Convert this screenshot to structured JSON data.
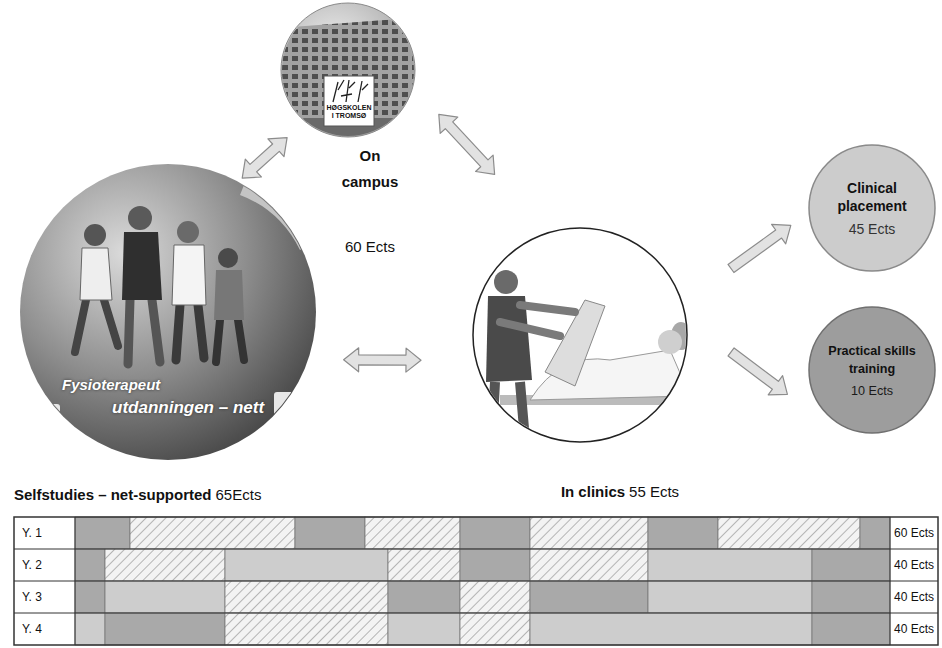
{
  "diagram": {
    "nodes": [
      {
        "text": [
          "On campus",
          "60 Ects"
        ]
      },
      {
        "text": [
          "Selfstudies – net-supported",
          "65Ects"
        ]
      },
      {
        "text": [
          "In clinics",
          "55 Ects"
        ]
      },
      {
        "text": [
          "Clinical placement",
          "45 Ects"
        ]
      },
      {
        "text": [
          "Practical skills training",
          "10 Ects"
        ]
      }
    ],
    "edges": [
      {
        "from": 1,
        "to": 0,
        "arrow": "both"
      },
      {
        "from": 0,
        "to": 2,
        "arrow": "both"
      },
      {
        "from": 1,
        "to": 2,
        "arrow": "both"
      },
      {
        "from": 2,
        "to": 3,
        "arrow": "to"
      },
      {
        "from": 2,
        "to": 4,
        "arrow": "to"
      }
    ],
    "labels": [
      "HØGSKOLEN I TROMSØ",
      "Fysioterapeut",
      "utdanningen – nett",
      "Y. 1",
      "Y. 2",
      "Y. 3",
      "Y. 4",
      "60 Ects",
      "40 Ects",
      "40 Ects",
      "40 Ects"
    ]
  }
}
